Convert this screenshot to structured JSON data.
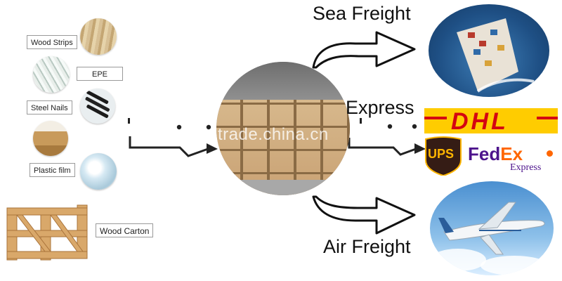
{
  "materials": [
    {
      "label": "Wood Strips",
      "icon": "wood-strips-icon"
    },
    {
      "label": "EPE",
      "icon": "epe-foam-icon"
    },
    {
      "label": "Steel Nails",
      "icon": "steel-nails-icon"
    },
    {
      "label": "Plastic film",
      "icon": "plastic-film-icon"
    },
    {
      "label": "Wood Carton",
      "icon": "wood-carton-icon"
    }
  ],
  "center": {
    "watermark": "trade.china.cn",
    "icon": "wooden-crates-photo"
  },
  "shipping": {
    "sea": {
      "label": "Sea Freight",
      "icon": "container-ship-photo"
    },
    "express": {
      "label": "Express",
      "icon": "courier-logos"
    },
    "air": {
      "label": "Air Freight",
      "icon": "airplane-photo"
    }
  },
  "couriers": {
    "dhl": "DHL",
    "ups": "UPS",
    "fedex_fed": "Fed",
    "fedex_ex": "Ex",
    "fedex_sub": "Express"
  },
  "colors": {
    "dhl_red": "#d40511",
    "dhl_yellow": "#ffcc00",
    "ups_brown": "#351c15",
    "ups_gold": "#ffb500",
    "fedex_purple": "#4d148c",
    "fedex_orange": "#ff6600"
  }
}
